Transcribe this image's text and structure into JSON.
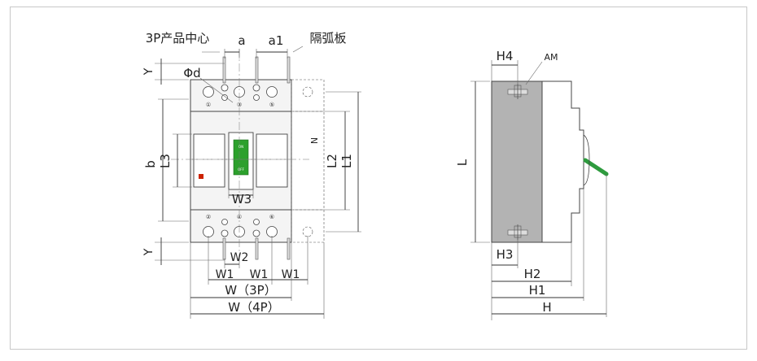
{
  "front_view": {
    "labels": {
      "center_3p": "3P产品中心",
      "a": "a",
      "a1": "a1",
      "arc_barrier": "隔弧板",
      "y_top": "Y",
      "phi_d": "Φd",
      "b": "b",
      "L3": "L3",
      "W3": "W3",
      "L2": "L2",
      "L1": "L1",
      "n": "N",
      "y_bottom": "Y",
      "W2": "W2",
      "W1_a": "W1",
      "W1_b": "W1",
      "W1_c": "W1",
      "W_3P": "W（3P）",
      "W_4P": "W（4P）"
    },
    "terminals_top": [
      "①",
      "③",
      "⑤"
    ],
    "terminals_bottom": [
      "②",
      "④",
      "⑥"
    ],
    "colors": {
      "indicator_red": "#cc2200",
      "handle_green": "#2ca02c"
    }
  },
  "side_view": {
    "labels": {
      "H4": "H4",
      "AM": "AM",
      "L": "L",
      "H3": "H3",
      "H2": "H2",
      "H1": "H1",
      "H": "H"
    },
    "colors": {
      "body_gray": "#b3b3b3",
      "handle_green": "#2e9b3e"
    }
  }
}
